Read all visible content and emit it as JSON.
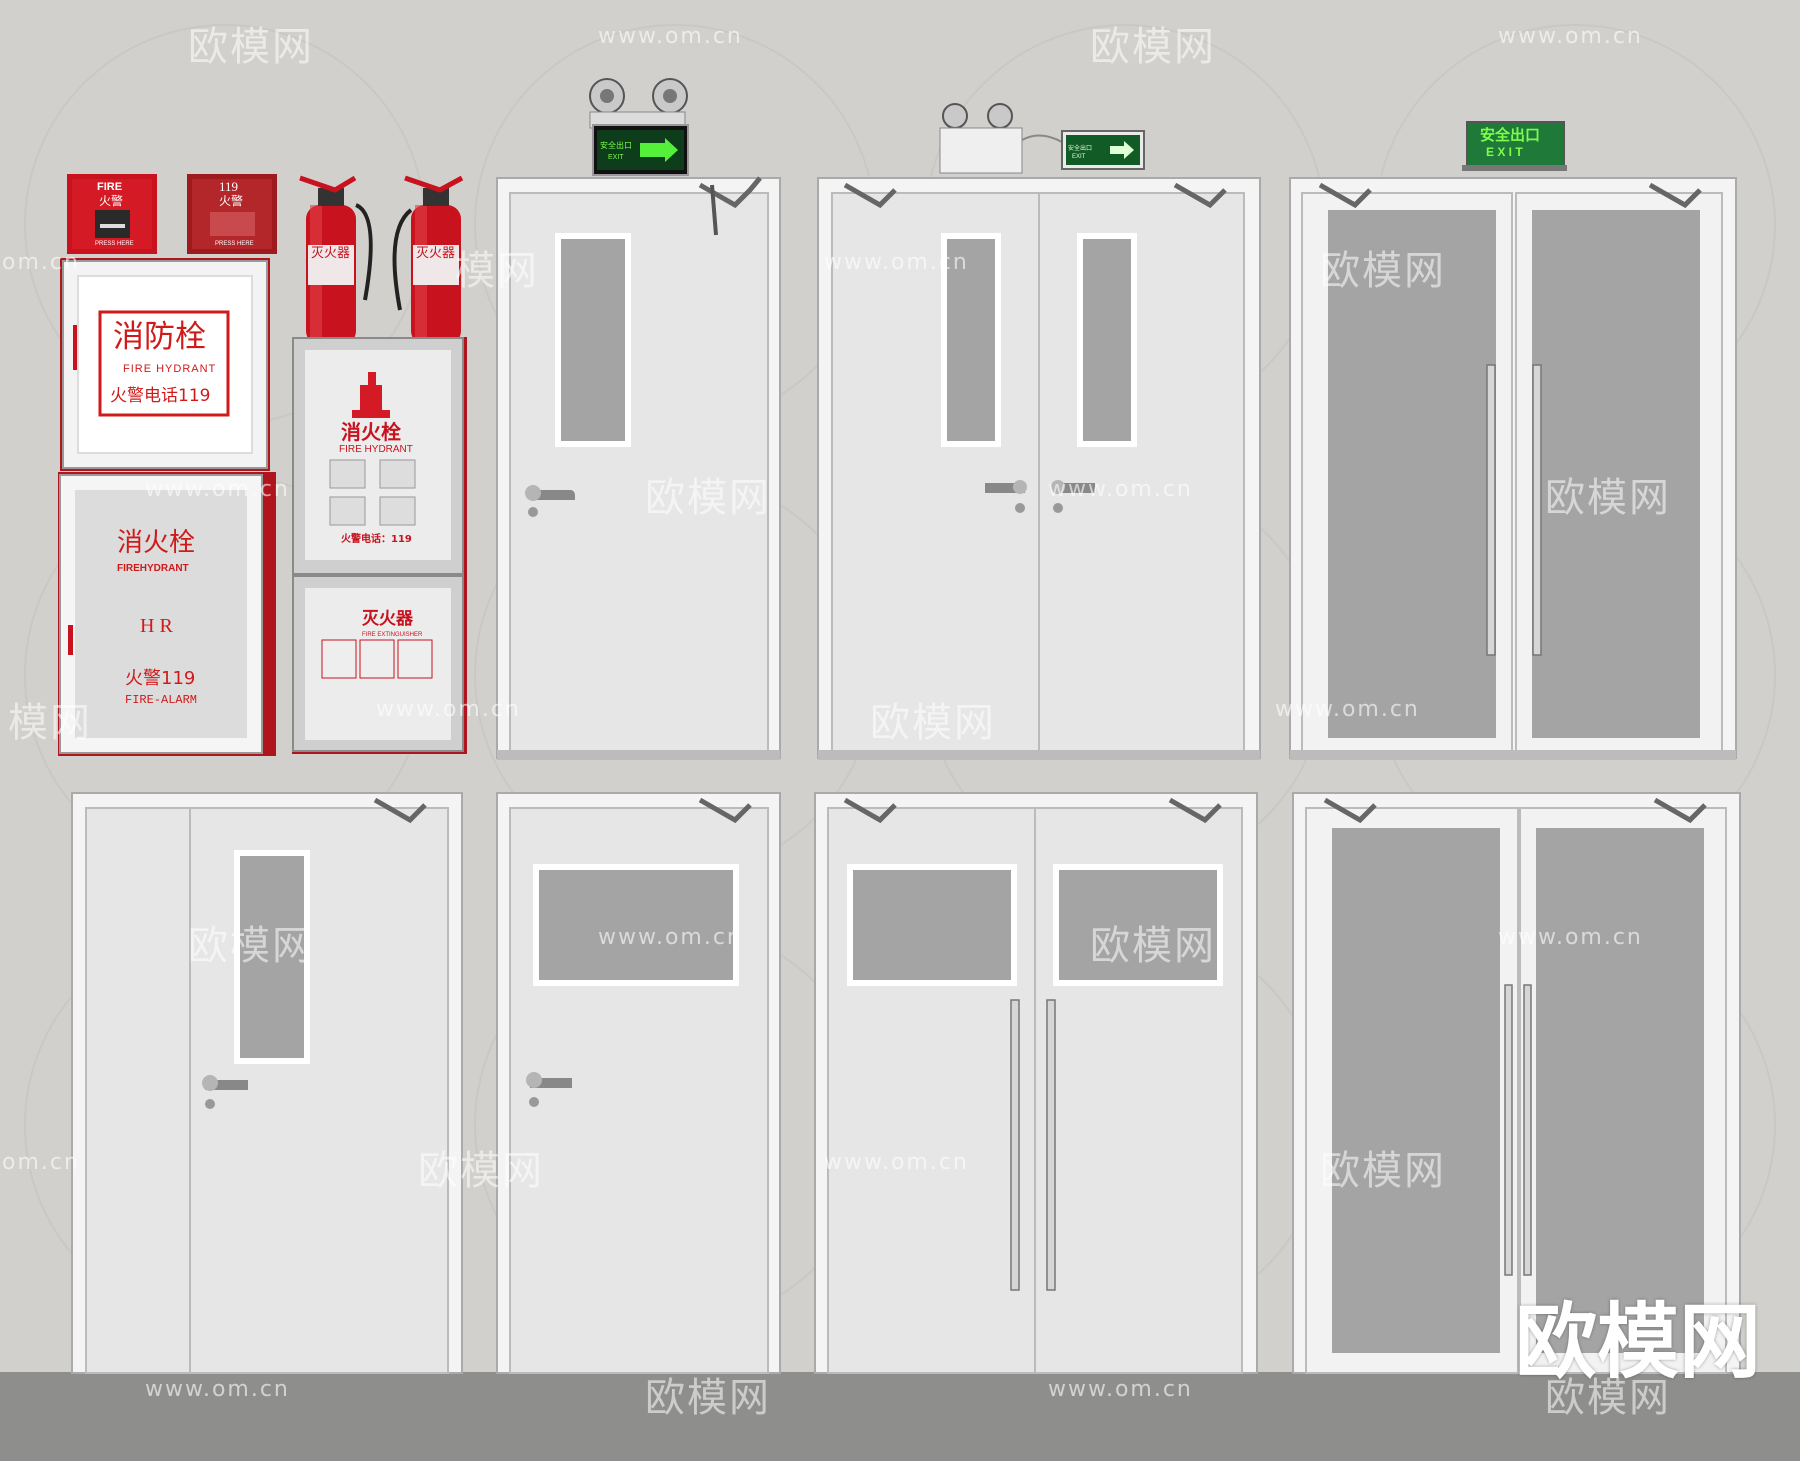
{
  "colors": {
    "wall": "#d2d0cc",
    "floor": "#8e8e8c",
    "door": "#e6e6e6",
    "frame": "#f4f4f4",
    "glass": "#a4a4a4",
    "red": "#c8121e",
    "sign_green": "#1f7a39",
    "sign_text": "#7dfc4a"
  },
  "alarm_buttons": [
    {
      "top": "FIRE",
      "bottom": "火警",
      "small": "PRESS HERE"
    },
    {
      "top": "119",
      "bottom": "火警",
      "small": "PRESS HERE"
    }
  ],
  "hydrant_cabinet_1": {
    "title": "消防栓",
    "subtitle": "FIRE HYDRANT",
    "phone": "火警电话119"
  },
  "hydrant_cabinet_2": {
    "title": "消火栓",
    "subtitle": "FIREHYDRANT",
    "code": "H R",
    "phone": "火警119",
    "alarm": "FIRE-ALARM"
  },
  "extinguisher_label": "灭火器",
  "hydrant_panel": {
    "title": "消火栓",
    "subtitle": "FIRE HYDRANT",
    "phone": "火警电话：119"
  },
  "extinguisher_panel": {
    "title": "灭火器",
    "subtitle": "FIRE EXTINGUISHER"
  },
  "exit_signs": [
    {
      "text": "安全出口",
      "sub": "EXIT"
    },
    {
      "text": "安全出口",
      "sub": "EXIT"
    }
  ],
  "top_exit_sign": {
    "line1": "安全出口",
    "line2": "E X I T"
  },
  "watermarks": {
    "brand": "欧模网",
    "url": "www.om.cn",
    "partial_url": "om.cn",
    "partial_brand": "模网"
  },
  "big_logo": "欧模网",
  "doors": [
    {
      "name": "single-door-tall-window",
      "type": "single",
      "glass": "tall-window"
    },
    {
      "name": "double-door-tall-windows",
      "type": "double",
      "glass": "tall-windows"
    },
    {
      "name": "double-glass-door-pull-bars",
      "type": "double",
      "glass": "full"
    },
    {
      "name": "unequal-double-door-window",
      "type": "unequal",
      "glass": "tall-window"
    },
    {
      "name": "single-door-wide-window",
      "type": "single",
      "glass": "wide-window"
    },
    {
      "name": "double-door-wide-windows",
      "type": "double",
      "glass": "wide-windows"
    },
    {
      "name": "double-glass-door-bottom",
      "type": "double",
      "glass": "full"
    }
  ]
}
